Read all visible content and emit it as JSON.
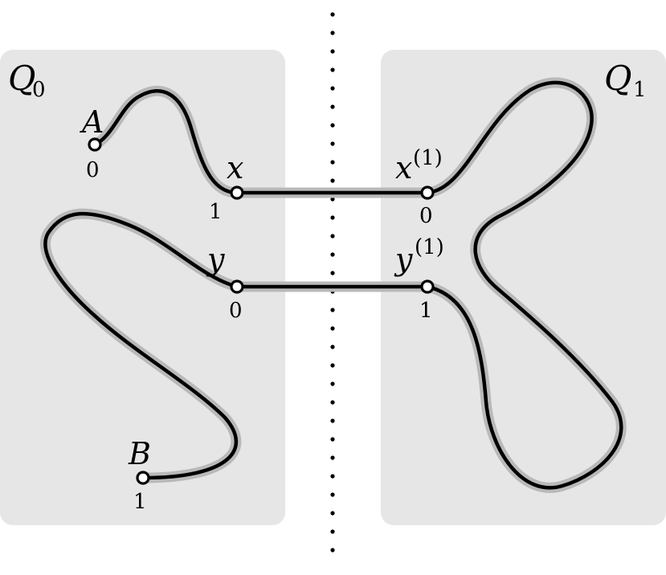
{
  "regions": {
    "left": {
      "label": "Q",
      "sub": "0"
    },
    "right": {
      "label": "Q",
      "sub": "1"
    }
  },
  "points": {
    "A": {
      "name": "A",
      "index": "0"
    },
    "B": {
      "name": "B",
      "index": "1"
    },
    "x": {
      "name": "x",
      "index": "1"
    },
    "y": {
      "name": "y",
      "index": "0"
    },
    "x1": {
      "name": "x",
      "sup": "(1)",
      "index": "0"
    },
    "y1": {
      "name": "y",
      "sup": "(1)",
      "index": "1"
    }
  },
  "colors": {
    "region_fill": "#e6e6e6",
    "path_halo": "#b9b9b9",
    "path_core": "#000000"
  }
}
